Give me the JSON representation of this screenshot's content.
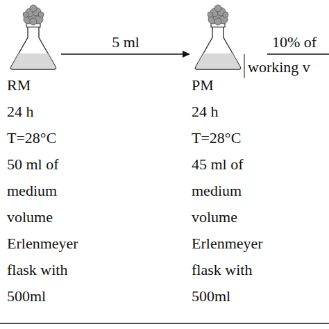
{
  "diagram": {
    "nodes": [
      {
        "text": [
          "RM",
          "24 h",
          "T=28°C",
          "50 ml of medium volume",
          "Erlenmeyer flask with 500ml"
        ]
      },
      {
        "text": [
          "PM",
          "24 h",
          "T=28°C",
          "45 ml of medium volume",
          "Erlenmeyer flask with 500ml"
        ]
      }
    ],
    "edges": [
      {
        "from": 0,
        "to": 1,
        "label": "5 ml",
        "arrow": "to"
      }
    ],
    "labels": [
      "10% of",
      "working v"
    ]
  }
}
